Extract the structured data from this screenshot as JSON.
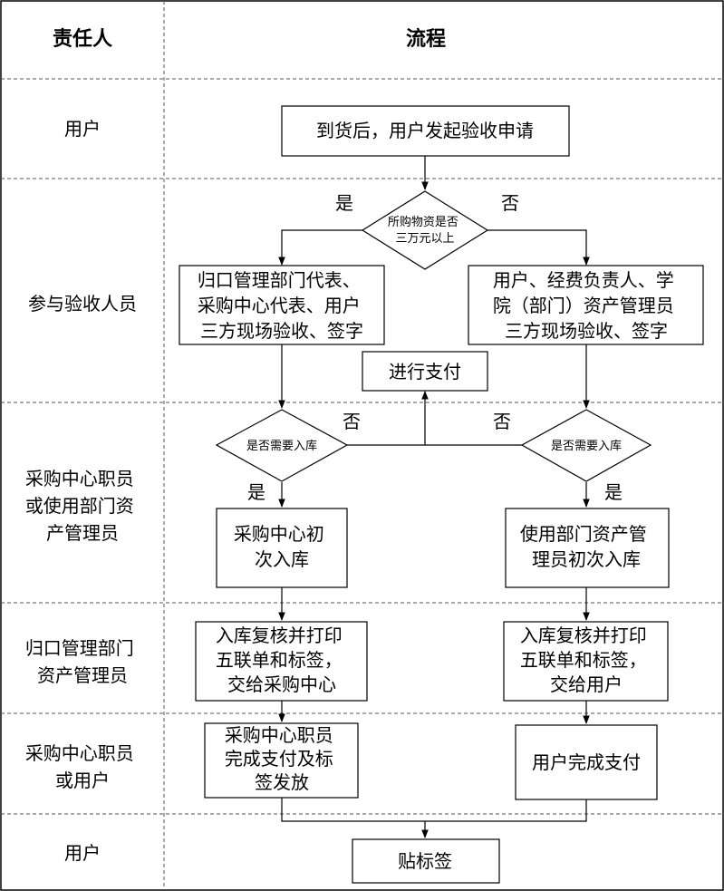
{
  "header": {
    "role_col": "责任人",
    "flow_col": "流程"
  },
  "lanes": [
    {
      "role": [
        "用户"
      ]
    },
    {
      "role": [
        "参与验收人员"
      ]
    },
    {
      "role": [
        "采购中心职员",
        "或使用部门资",
        "产管理员"
      ]
    },
    {
      "role": [
        "归口管理部门",
        "资产管理员"
      ]
    },
    {
      "role": [
        "采购中心职员",
        "或用户"
      ]
    },
    {
      "role": [
        "用户"
      ]
    }
  ],
  "nodes": {
    "start": [
      "到货后，用户发起验收申请"
    ],
    "decision_amount": [
      "所购物资是否",
      "三万元以上"
    ],
    "left_accept": [
      "归口管理部门代表、",
      "采购中心代表、用户",
      "三方现场验收、签字"
    ],
    "right_accept": [
      "用户、经费负责人、学",
      "院（部门）资产管理员",
      "三方现场验收、签字"
    ],
    "pay": [
      "进行支付"
    ],
    "left_decision": [
      "是否需要入库"
    ],
    "right_decision": [
      "是否需要入库"
    ],
    "left_store": [
      "采购中心初",
      "次入库"
    ],
    "right_store": [
      "使用部门资产管",
      "理员初次入库"
    ],
    "left_review": [
      "入库复核并打印",
      "五联单和标签，",
      "交给采购中心"
    ],
    "right_review": [
      "入库复核并打印",
      "五联单和标签，",
      "交给用户"
    ],
    "left_pay": [
      "采购中心职员",
      "完成支付及标",
      "签发放"
    ],
    "right_pay": [
      "用户完成支付"
    ],
    "label": [
      "贴标签"
    ]
  },
  "labels": {
    "yes_top": "是",
    "no_top": "否",
    "no_left": "否",
    "no_right": "否",
    "yes_left": "是",
    "yes_right": "是"
  }
}
